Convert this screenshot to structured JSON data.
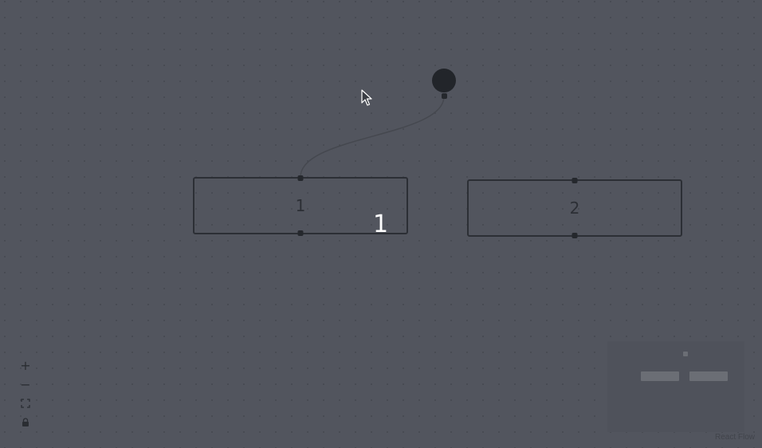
{
  "nodes": {
    "node1": {
      "label": "1"
    },
    "node2": {
      "label": "2"
    }
  },
  "edge": {
    "label": "1"
  },
  "controls": {
    "zoom_in_glyph": "+",
    "zoom_out_glyph": "−",
    "fit_view_icon": "fit-view-icon",
    "lock_icon": "lock-icon"
  },
  "attribution": "React Flow",
  "colors": {
    "background": "#52555e",
    "node_border": "#2c2f35",
    "edge": "#45484f",
    "edge_label": "#ffffff"
  }
}
